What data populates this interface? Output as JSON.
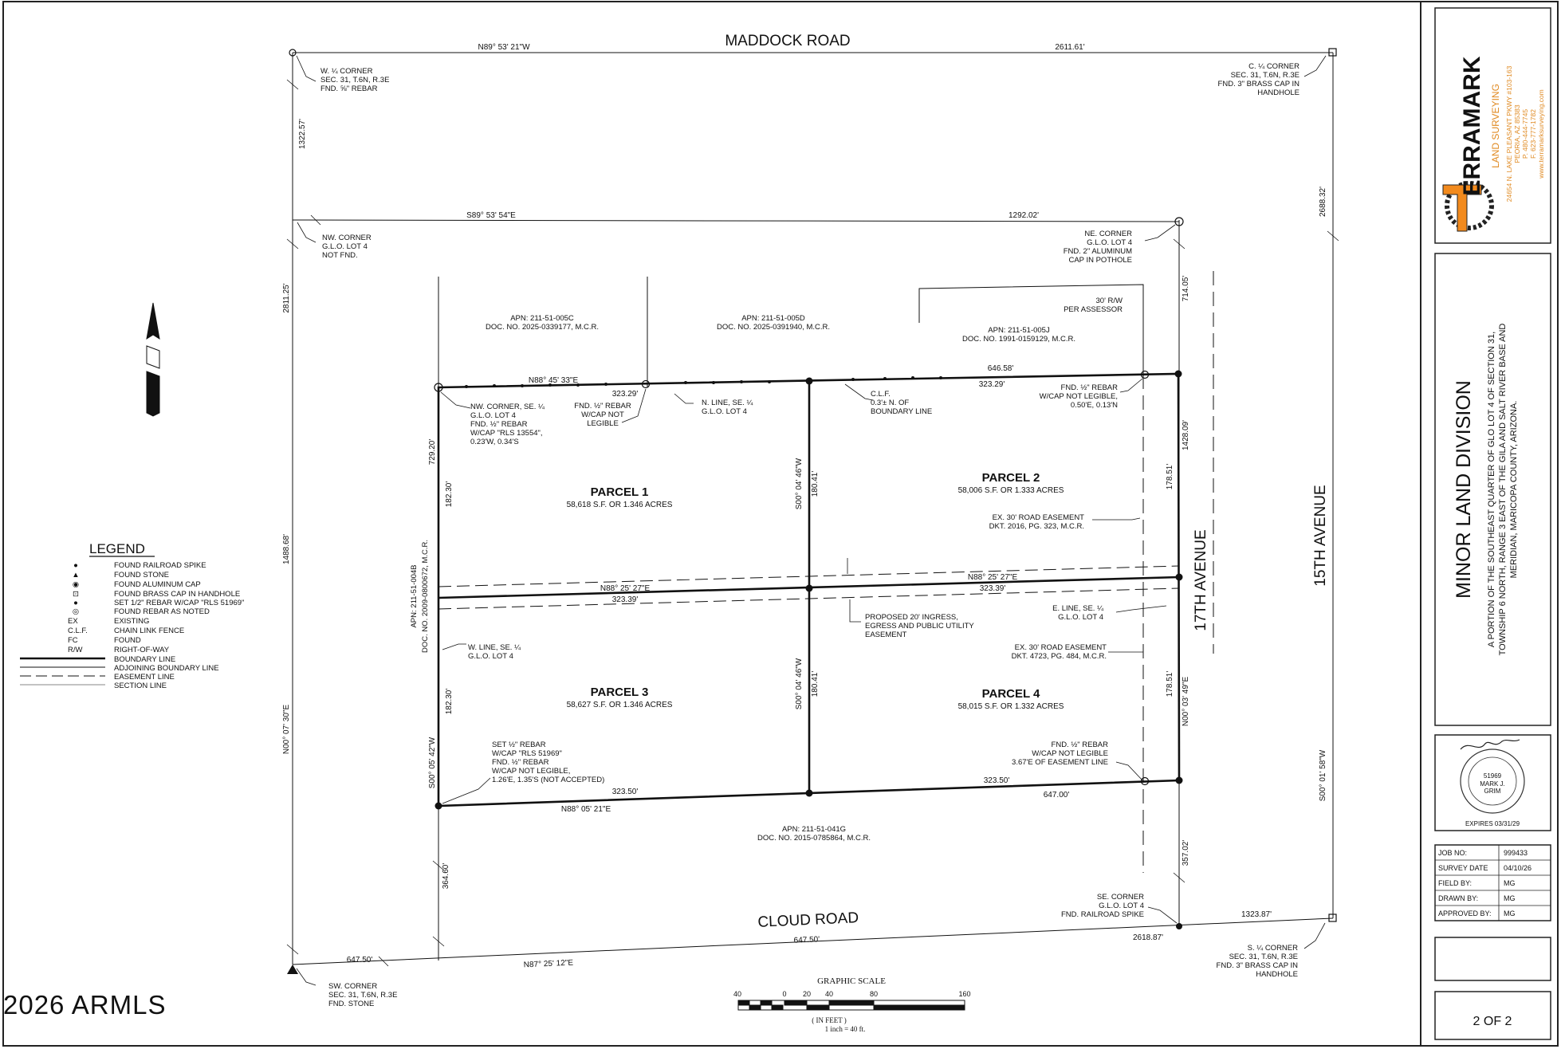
{
  "roads": {
    "maddock": "MADDOCK ROAD",
    "cloud": "CLOUD ROAD",
    "ave15": "15TH AVENUE",
    "ave17": "17TH AVENUE"
  },
  "bearings": {
    "top_section_bearing": "N89° 53' 21\"W",
    "top_section_dist": "2611.61'",
    "glo_bearing": "S89° 53' 54\"E",
    "glo_dist": "1292.02'",
    "left_d1": "1322.57'",
    "left_d2": "2811.25'",
    "left_d3": "1488.68'",
    "left_bearing": "N00° 07' 30\"E",
    "left_d4": "647.50'",
    "right_d1": "2688.32'",
    "right_bearing": "S00° 01' 58\"W",
    "right_d2": "1323.87'",
    "bottom_d1": "647.50'",
    "bottom_bearing": "N87° 25' 12\"E",
    "bottom_d2": "2618.87'",
    "top_bound_bearing": "N88° 45' 33\"E",
    "top_bound_d1": "323.29'",
    "top_bound_d2": "323.29'",
    "top_bound_total": "646.58'",
    "mid_bearing_l": "N88° 25' 27\"E",
    "mid_d_l": "323.39'",
    "mid_bearing_r": "N88° 25' 27\"E",
    "mid_d_r": "323.39'",
    "bot_bearing": "N88° 05' 21\"E",
    "bot_d1": "323.50'",
    "bot_d2": "323.50'",
    "bot_total": "647.00'",
    "wl_d1": "729.20'",
    "wl_d2": "182.30'",
    "wl_d3": "182.30'",
    "wl_bearing": "S00° 05' 42\"W",
    "wl_d4": "364.60'",
    "cl_bearing_1": "S00° 04' 46\"W",
    "cl_d1": "180.41'",
    "cl_bearing_2": "S00° 04' 46\"W",
    "cl_d2": "180.41'",
    "el_d1": "714.05'",
    "el_d2": "1428.09'",
    "el_d3": "178.51'",
    "el_d4": "178.51'",
    "el_bearing": "N00° 03' 49\"E",
    "el_d5": "357.02'"
  },
  "notes": {
    "w_qtr_l1": "W. ¼ CORNER",
    "w_qtr_l2": "SEC. 31, T.6N, R.3E",
    "w_qtr_l3": "FND. ⅝\" REBAR",
    "c_qtr_l1": "C. ¼ CORNER",
    "c_qtr_l2": "SEC. 31, T.6N, R.3E",
    "c_qtr_l3": "FND. 3\" BRASS CAP IN",
    "c_qtr_l4": "HANDHOLE",
    "nw_l1": "NW. CORNER",
    "nw_l2": "G.L.O. LOT 4",
    "nw_l3": "NOT FND.",
    "ne_l1": "NE. CORNER",
    "ne_l2": "G.L.O. LOT 4",
    "ne_l3": "FND. 2\" ALUMINUM",
    "ne_l4": "CAP IN POTHOLE",
    "rw_l1": "30' R/W",
    "rw_l2": "PER ASSESSOR",
    "apn_c_l1": "APN: 211-51-005C",
    "apn_c_l2": "DOC. NO. 2025-0339177, M.C.R.",
    "apn_d_l1": "APN: 211-51-005D",
    "apn_d_l2": "DOC. NO. 2025-0391940, M.C.R.",
    "apn_j_l1": "APN: 211-51-005J",
    "apn_j_l2": "DOC. NO. 1991-0159129, M.C.R.",
    "nwse_l1": "NW. CORNER, SE. ¼",
    "nwse_l2": "G.L.O. LOT 4",
    "nwse_l3": "FND. ½\" REBAR",
    "nwse_l4": "W/CAP \"RLS 13554\",",
    "nwse_l5": "0.23'W, 0.34'S",
    "fnd1_l1": "FND. ½\" REBAR",
    "fnd1_l2": "W/CAP NOT",
    "fnd1_l3": "LEGIBLE",
    "nline_l1": "N. LINE, SE. ¼",
    "nline_l2": "G.L.O. LOT 4",
    "clf_l1": "C.L.F.",
    "clf_l2": "0.3'± N. OF",
    "clf_l3": "BOUNDARY LINE",
    "fnd2_l1": "FND. ½\" REBAR",
    "fnd2_l2": "W/CAP NOT LEGIBLE,",
    "fnd2_l3": "0.50'E, 0.13'N",
    "ex30a_l1": "EX. 30' ROAD EASEMENT",
    "ex30a_l2": "DKT. 2016, PG. 323, M.C.R.",
    "prop_l1": "PROPOSED 20' INGRESS,",
    "prop_l2": "EGRESS AND PUBLIC UTILITY",
    "prop_l3": "EASEMENT",
    "eline_l1": "E. LINE, SE. ¼",
    "eline_l2": "G.L.O. LOT 4",
    "ex30b_l1": "EX. 30' ROAD EASEMENT",
    "ex30b_l2": "DKT. 4723, PG. 484, M.C.R.",
    "wline_l1": "W. LINE, SE. ¼",
    "wline_l2": "G.L.O. LOT 4",
    "apn_048_l1": "APN: 211-51-004B",
    "apn_048_l2": "DOC. NO. 2009-0800672, M.C.R.",
    "set_l1": "SET ½\" REBAR",
    "set_l2": "W/CAP \"RLS 51969\"",
    "set_l3": "FND. ½\" REBAR",
    "set_l4": "W/CAP NOT LEGIBLE,",
    "set_l5": "1.26'E, 1.35'S (NOT ACCEPTED)",
    "fnd3_l1": "FND. ½\" REBAR",
    "fnd3_l2": "W/CAP NOT LEGIBLE",
    "fnd3_l3": "3.67'E OF EASEMENT LINE",
    "apn_041_l1": "APN: 211-51-041G",
    "apn_041_l2": "DOC. NO. 2015-0785864, M.C.R.",
    "se_l1": "SE. CORNER",
    "se_l2": "G.L.O. LOT 4",
    "se_l3": "FND. RAILROAD SPIKE",
    "sq_l1": "S. ¼ CORNER",
    "sq_l2": "SEC. 31, T.6N, R.3E",
    "sq_l3": "FND. 3\" BRASS CAP IN",
    "sq_l4": "HANDHOLE",
    "sw_l1": "SW. CORNER",
    "sw_l2": "SEC. 31, T.6N, R.3E",
    "sw_l3": "FND. STONE"
  },
  "parcels": [
    {
      "name": "PARCEL 1",
      "area": "58,618 S.F. OR 1.346 ACRES"
    },
    {
      "name": "PARCEL 2",
      "area": "58,006 S.F. OR 1.333 ACRES"
    },
    {
      "name": "PARCEL 3",
      "area": "58,627 S.F. OR 1.346 ACRES"
    },
    {
      "name": "PARCEL 4",
      "area": "58,015 S.F. OR 1.332 ACRES"
    }
  ],
  "legend": {
    "title": "LEGEND",
    "items": [
      {
        "symbol": "●",
        "label": "FOUND RAILROAD SPIKE"
      },
      {
        "symbol": "▲",
        "label": "FOUND STONE"
      },
      {
        "symbol": "◉",
        "label": "FOUND ALUMINUM CAP"
      },
      {
        "symbol": "⊡",
        "label": "FOUND BRASS CAP IN HANDHOLE"
      },
      {
        "symbol": "●",
        "label": "SET 1/2\" REBAR W/CAP \"RLS 51969\""
      },
      {
        "symbol": "◎",
        "label": "FOUND REBAR AS NOTED"
      },
      {
        "symbol": "EX",
        "label": "EXISTING"
      },
      {
        "symbol": "C.L.F.",
        "label": "CHAIN LINK FENCE"
      },
      {
        "symbol": "FC",
        "label": "FOUND"
      },
      {
        "symbol": "R/W",
        "label": "RIGHT-OF-WAY"
      },
      {
        "symbol": "",
        "label": "BOUNDARY LINE"
      },
      {
        "symbol": "",
        "label": "ADJOINING BOUNDARY LINE"
      },
      {
        "symbol": "",
        "label": "EASEMENT LINE"
      },
      {
        "symbol": "",
        "label": "SECTION LINE"
      }
    ]
  },
  "scale": {
    "title": "GRAPHIC SCALE",
    "ticks": [
      "40",
      "0",
      "20",
      "40",
      "80",
      "160"
    ],
    "unit": "( IN FEET )",
    "ratio": "1 inch = 40 ft."
  },
  "watermark": "2026 ARMLS",
  "title_block": {
    "company": "ERRAMARK",
    "company_sub": "LAND SURVEYING",
    "address_l1": "24654 N. LAKE PLEASANT PKWY #103-163",
    "address_l2": "PEORIA, AZ 85383",
    "address_l3": "P. 480-444-7745",
    "address_l4": "F. 623-777-1782",
    "address_l5": "www.terramarksurveying.com",
    "title": "MINOR LAND DIVISION",
    "desc_l1": "A PORTION OF THE SOUTHEAST QUARTER OF GLO LOT 4 OF SECTION 31,",
    "desc_l2": "TOWNSHIP 6 NORTH, RANGE 3 EAST OF THE GILA AND SALT RIVER BASE AND",
    "desc_l3": "MERIDIAN, MARICOPA COUNTY, ARIZONA.",
    "seal_no": "51969",
    "seal_name_l1": "MARK J.",
    "seal_name_l2": "GRIM",
    "expires": "EXPIRES 03/31/29",
    "info": [
      {
        "label": "JOB NO:",
        "value": "999433"
      },
      {
        "label": "SURVEY DATE",
        "value": "04/10/26"
      },
      {
        "label": "FIELD BY:",
        "value": "MG"
      },
      {
        "label": "DRAWN BY:",
        "value": "MG"
      },
      {
        "label": "APPROVED BY:",
        "value": "MG"
      }
    ],
    "sheet": "2 OF 2"
  }
}
